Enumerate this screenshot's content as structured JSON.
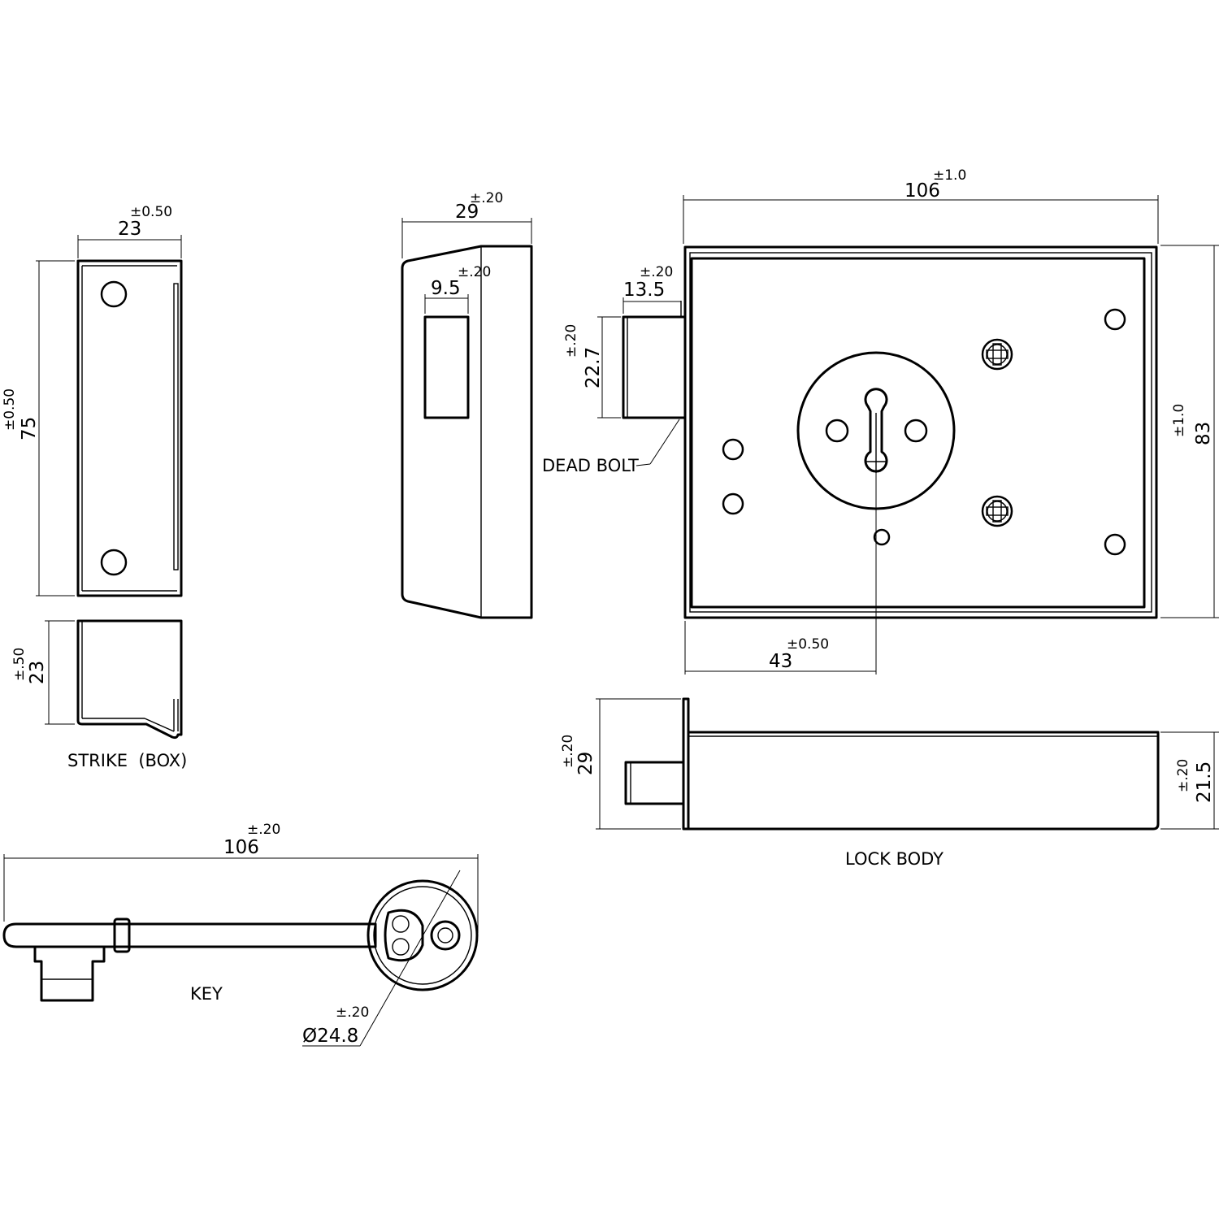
{
  "labels": {
    "strike_box": "STRIKE  (BOX)",
    "dead_bolt": "DEAD BOLT",
    "lock_body": "LOCK BODY",
    "key": "KEY"
  },
  "dimensions": {
    "strike_width": {
      "value": "23",
      "tolerance": "±0.50"
    },
    "strike_height": {
      "value": "75",
      "tolerance": "±0.50"
    },
    "strike_depth": {
      "value": "23",
      "tolerance": "±.50"
    },
    "side_width": {
      "value": "29",
      "tolerance": "±.20"
    },
    "side_slot": {
      "value": "9.5",
      "tolerance": "±.20"
    },
    "bolt_projection": {
      "value": "13.5",
      "tolerance": "±.20"
    },
    "bolt_height": {
      "value": "22.7",
      "tolerance": "±.20"
    },
    "body_width": {
      "value": "106",
      "tolerance": "±1.0"
    },
    "body_height": {
      "value": "83",
      "tolerance": "±1.0"
    },
    "backset": {
      "value": "43",
      "tolerance": "±0.50"
    },
    "body_depth_total": {
      "value": "29",
      "tolerance": "±.20"
    },
    "body_depth": {
      "value": "21.5",
      "tolerance": "±.20"
    },
    "key_length": {
      "value": "106",
      "tolerance": "±.20"
    },
    "key_bow": {
      "value": "Ø24.8",
      "tolerance": "±.20"
    }
  }
}
